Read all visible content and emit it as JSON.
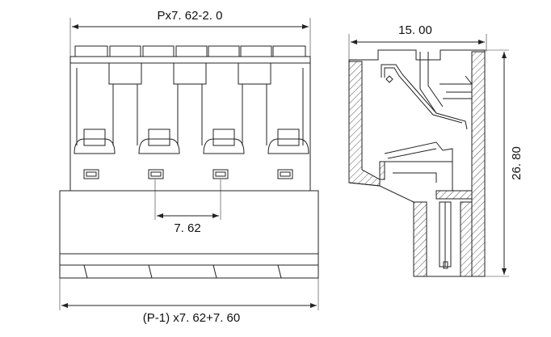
{
  "dimensions": {
    "top_width": "Px7. 62-2. 0",
    "pitch": "7. 62",
    "bottom_width": "(P-1) x7. 62+7. 60",
    "side_width": "15. 00",
    "side_height": "26. 80"
  },
  "pins_shown": 4,
  "colors": {
    "line": "#222222",
    "background": "#ffffff",
    "hatch": "#555555"
  }
}
